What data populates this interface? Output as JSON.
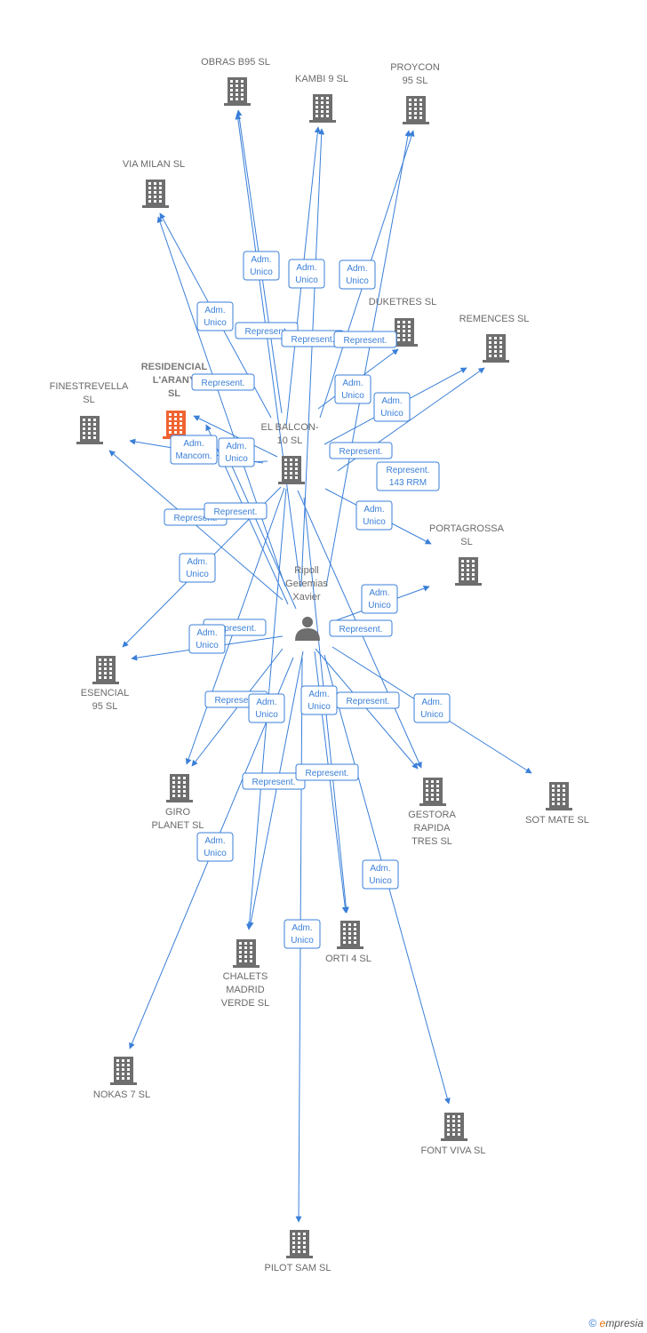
{
  "colors": {
    "edge": "#3a7fd8",
    "building": "#6e6e6e",
    "focus_building": "#ef6431",
    "person": "#6e6e6e"
  },
  "nodes": [
    {
      "id": "obras",
      "type": "company",
      "lines": [
        "OBRAS B95  SL"
      ]
    },
    {
      "id": "kambi",
      "type": "company",
      "lines": [
        "KAMBI 9 SL"
      ]
    },
    {
      "id": "proycon",
      "type": "company",
      "lines": [
        "PROYCON",
        "95  SL"
      ]
    },
    {
      "id": "viamilan",
      "type": "company",
      "lines": [
        "VIA MILAN  SL"
      ]
    },
    {
      "id": "duketres",
      "type": "company",
      "lines": [
        "DUKETRES SL"
      ]
    },
    {
      "id": "remences",
      "type": "company",
      "lines": [
        "REMENCES  SL"
      ]
    },
    {
      "id": "residencial",
      "type": "focus",
      "lines": [
        "RESIDENCIAL",
        "L'ARANY",
        "SL"
      ]
    },
    {
      "id": "finestrevella",
      "type": "company",
      "lines": [
        "FINESTREVELLA",
        "SL"
      ]
    },
    {
      "id": "elbalcon",
      "type": "company",
      "lines": [
        "EL BALCON-",
        "10  SL"
      ]
    },
    {
      "id": "portagrossa",
      "type": "company",
      "lines": [
        "PORTAGROSSA",
        "SL"
      ]
    },
    {
      "id": "person",
      "type": "person",
      "lines": [
        "Ripoll",
        "Geremias",
        "Xavier"
      ]
    },
    {
      "id": "esencial",
      "type": "company",
      "lines": [
        "ESENCIAL",
        "95 SL"
      ]
    },
    {
      "id": "giro",
      "type": "company",
      "lines": [
        "GIRO",
        "PLANET SL"
      ]
    },
    {
      "id": "gestora",
      "type": "company",
      "lines": [
        "GESTORA",
        "RAPIDA",
        "TRES  SL"
      ]
    },
    {
      "id": "sotmate",
      "type": "company",
      "lines": [
        "SOT MATE SL"
      ]
    },
    {
      "id": "chalets",
      "type": "company",
      "lines": [
        "CHALETS",
        "MADRID",
        "VERDE  SL"
      ]
    },
    {
      "id": "orti",
      "type": "company",
      "lines": [
        "ORTI 4  SL"
      ]
    },
    {
      "id": "nokas",
      "type": "company",
      "lines": [
        "NOKAS 7  SL"
      ]
    },
    {
      "id": "fontviva",
      "type": "company",
      "lines": [
        "FONT VIVA SL"
      ]
    },
    {
      "id": "pilot",
      "type": "company",
      "lines": [
        "PILOT SAM SL"
      ]
    }
  ],
  "edge_labels": [
    {
      "id": "l1",
      "lines": [
        "Adm.",
        "Unico"
      ]
    },
    {
      "id": "l2",
      "lines": [
        "Adm.",
        "Unico"
      ]
    },
    {
      "id": "l3",
      "lines": [
        "Adm.",
        "Unico"
      ]
    },
    {
      "id": "l4",
      "lines": [
        "Adm.",
        "Unico"
      ]
    },
    {
      "id": "l5",
      "lines": [
        "Represent."
      ]
    },
    {
      "id": "l6",
      "lines": [
        "Represent."
      ]
    },
    {
      "id": "l7",
      "lines": [
        "Represent."
      ]
    },
    {
      "id": "l8",
      "lines": [
        "Represent."
      ]
    },
    {
      "id": "l9",
      "lines": [
        "Adm.",
        "Unico"
      ]
    },
    {
      "id": "l10",
      "lines": [
        "Adm.",
        "Unico"
      ]
    },
    {
      "id": "l11",
      "lines": [
        "Adm.",
        "Mancom."
      ]
    },
    {
      "id": "l12",
      "lines": [
        "Adm.",
        "Unico"
      ]
    },
    {
      "id": "l13",
      "lines": [
        "Represent."
      ]
    },
    {
      "id": "l14",
      "lines": [
        "Represent.",
        "143 RRM"
      ]
    },
    {
      "id": "l15",
      "lines": [
        "Represent."
      ]
    },
    {
      "id": "l16",
      "lines": [
        "Represent."
      ]
    },
    {
      "id": "l17",
      "lines": [
        "Adm.",
        "Unico"
      ]
    },
    {
      "id": "l18",
      "lines": [
        "Adm.",
        "Unico"
      ]
    },
    {
      "id": "l19",
      "lines": [
        "Represent."
      ]
    },
    {
      "id": "l20",
      "lines": [
        "Adm.",
        "Unico"
      ]
    },
    {
      "id": "l21",
      "lines": [
        "Adm.",
        "Unico"
      ]
    },
    {
      "id": "l22",
      "lines": [
        "Represent."
      ]
    },
    {
      "id": "l23",
      "lines": [
        "Represent."
      ]
    },
    {
      "id": "l24",
      "lines": [
        "Adm.",
        "Unico"
      ]
    },
    {
      "id": "l25",
      "lines": [
        "Adm.",
        "Unico"
      ]
    },
    {
      "id": "l26",
      "lines": [
        "Represent."
      ]
    },
    {
      "id": "l27",
      "lines": [
        "Adm.",
        "Unico"
      ]
    },
    {
      "id": "l28",
      "lines": [
        "Represent."
      ]
    },
    {
      "id": "l29",
      "lines": [
        "Represent."
      ]
    },
    {
      "id": "l30",
      "lines": [
        "Adm.",
        "Unico"
      ]
    },
    {
      "id": "l31",
      "lines": [
        "Adm.",
        "Unico"
      ]
    },
    {
      "id": "l32",
      "lines": [
        "Adm.",
        "Unico"
      ]
    }
  ],
  "footer": {
    "copyright": "©",
    "brand_initial": "e",
    "brand_rest": "mpresia"
  }
}
